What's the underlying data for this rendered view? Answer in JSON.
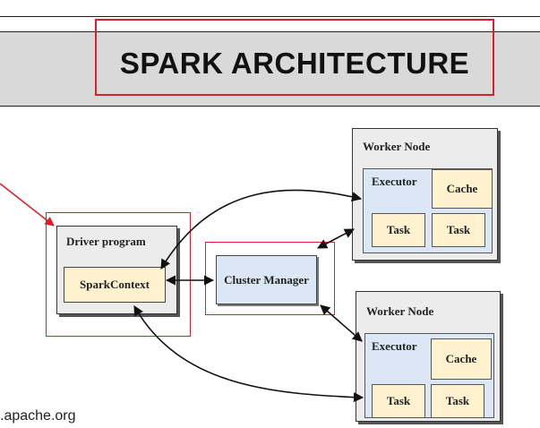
{
  "title": "SPARK ARCHITECTURE",
  "driver": {
    "label": "Driver program",
    "context": "SparkContext"
  },
  "cluster_manager": {
    "label": "Cluster Manager"
  },
  "workers": [
    {
      "label": "Worker Node",
      "executor": "Executor",
      "cache": "Cache",
      "task1": "Task",
      "task2": "Task"
    },
    {
      "label": "Worker Node",
      "executor": "Executor",
      "cache": "Cache",
      "task1": "Task",
      "task2": "Task"
    }
  ],
  "source": ".apache.org",
  "colors": {
    "highlight": "#d9202a",
    "executor_bg": "#dbe7f4",
    "task_bg": "#fff3cf",
    "node_bg": "#ececec",
    "banner_bg": "#d9d9d9"
  }
}
